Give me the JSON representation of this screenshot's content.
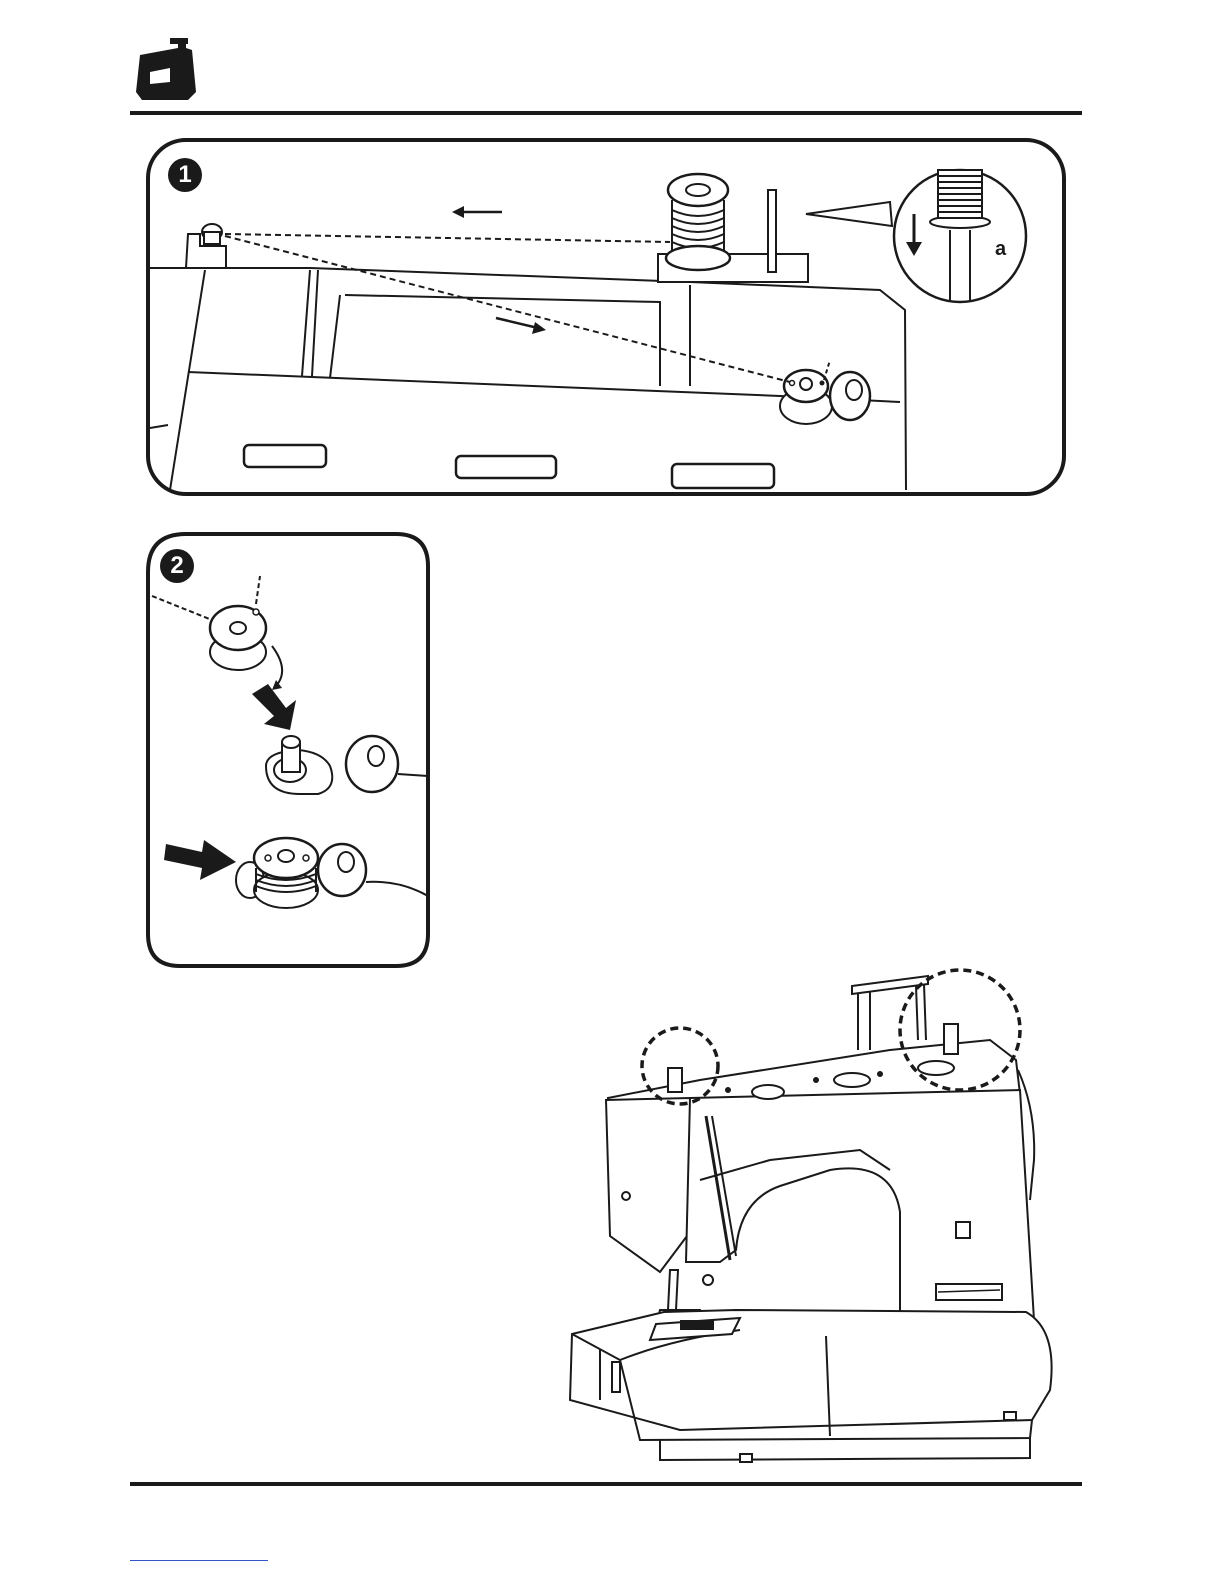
{
  "header": {
    "icon": "sewing-machine-icon"
  },
  "figure1": {
    "step": "1",
    "callout_label": "a"
  },
  "figure2": {
    "step": "2"
  },
  "figure3": {
    "subject": "sewing-machine-illustration"
  }
}
